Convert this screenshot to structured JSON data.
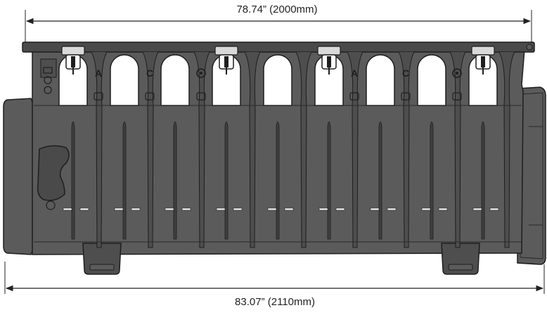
{
  "dimensions": {
    "top": "78.74” (2000mm)",
    "bottom": "83.07” (2110mm)"
  },
  "markings": {
    "a": "A",
    "c": "C"
  },
  "colors": {
    "body": "#5b5b5b",
    "body_dark": "#3f3f3f",
    "rail": "#4a4a4a",
    "outline": "#1e1e1e",
    "window": "#ffffff",
    "clip": "#d9d9d9",
    "dimension_line": "#222222"
  },
  "icons": [
    "clip-icon",
    "circle-icon",
    "lock-icon"
  ]
}
